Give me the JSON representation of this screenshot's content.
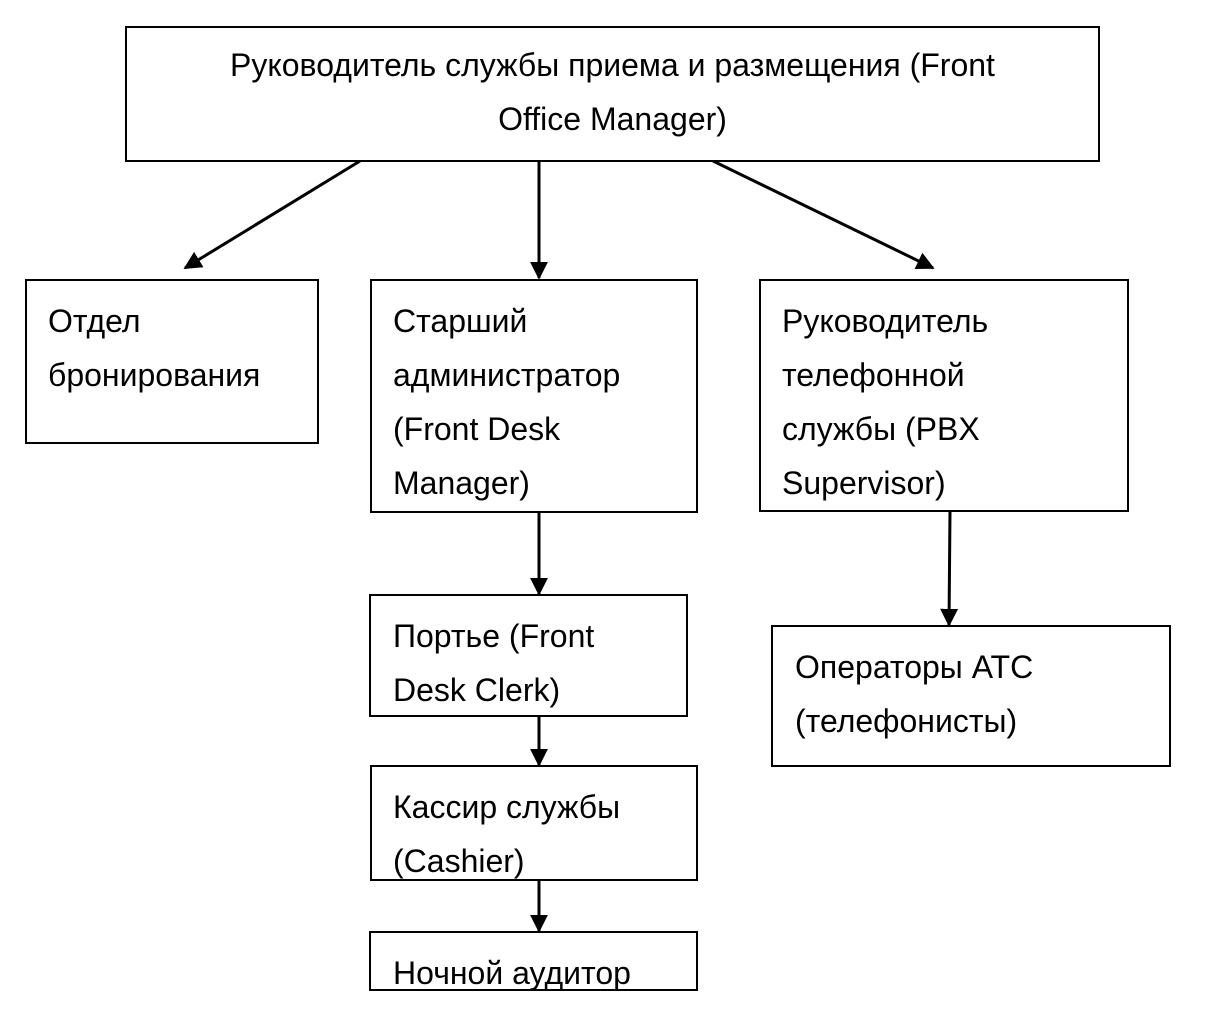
{
  "nodes": {
    "manager": "Руководитель службы приема и размещения (Front\nOffice Manager)",
    "reservations": "Отдел\nбронирования",
    "front_desk_manager": "Старший\nадминистратор\n(Front Desk\nManager)",
    "pbx_supervisor": "Руководитель\nтелефонной\nслужбы (PBX\nSupervisor)",
    "front_desk_clerk": "Портье (Front\nDesk Clerk)",
    "operators": "Операторы АТС\n(телефонисты)",
    "cashier": "Кассир службы\n(Cashier)",
    "night_auditor": "Ночной аудитор"
  }
}
